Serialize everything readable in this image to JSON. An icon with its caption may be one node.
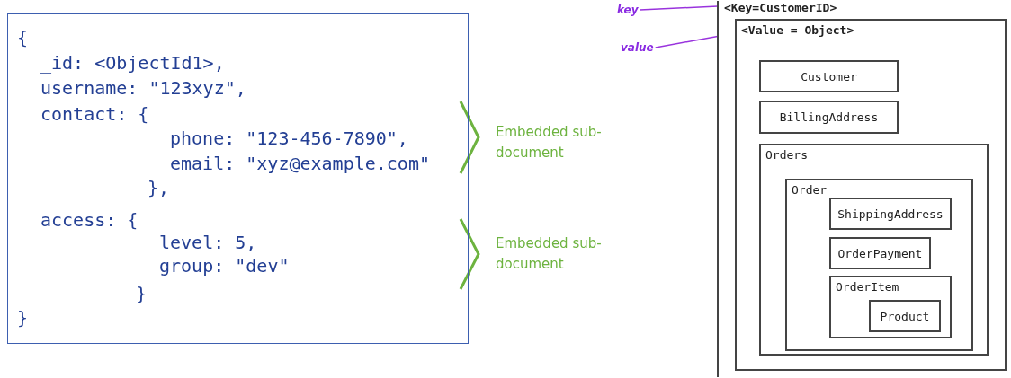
{
  "diagram": {
    "nodes": [
      {
        "text": [
          "{",
          "_id: <ObjectId1>,",
          "username: \"123xyz\",",
          "contact: {",
          "phone: \"123-456-7890\",",
          "email: \"xyz@example.com\"",
          "},",
          "access: {",
          "level: 5,",
          "group: \"dev\"",
          "}",
          "}"
        ]
      },
      {
        "text": [
          "<Key=CustomerID>"
        ]
      },
      {
        "text": [
          "<Value = Object>"
        ],
        "in": 1
      },
      {
        "text": [
          "Customer"
        ],
        "in": 2
      },
      {
        "text": [
          "BillingAddress"
        ],
        "in": 2
      },
      {
        "text": [
          "Orders"
        ],
        "in": 2
      },
      {
        "text": [
          "Order"
        ],
        "in": 5
      },
      {
        "text": [
          "ShippingAddress"
        ],
        "in": 6
      },
      {
        "text": [
          "OrderPayment"
        ],
        "in": 6
      },
      {
        "text": [
          "OrderItem"
        ],
        "in": 6
      },
      {
        "text": [
          "Product"
        ],
        "in": 9
      },
      {
        "text": [
          "key"
        ]
      },
      {
        "text": [
          "value"
        ]
      }
    ],
    "edges": [
      {
        "from": 11,
        "to": 1,
        "arrow": "none",
        "color": "#9933dd"
      },
      {
        "from": 12,
        "to": 2,
        "arrow": "none",
        "color": "#9933dd"
      }
    ],
    "labels": [
      "Embedded sub-document",
      "Embedded sub-document"
    ]
  }
}
